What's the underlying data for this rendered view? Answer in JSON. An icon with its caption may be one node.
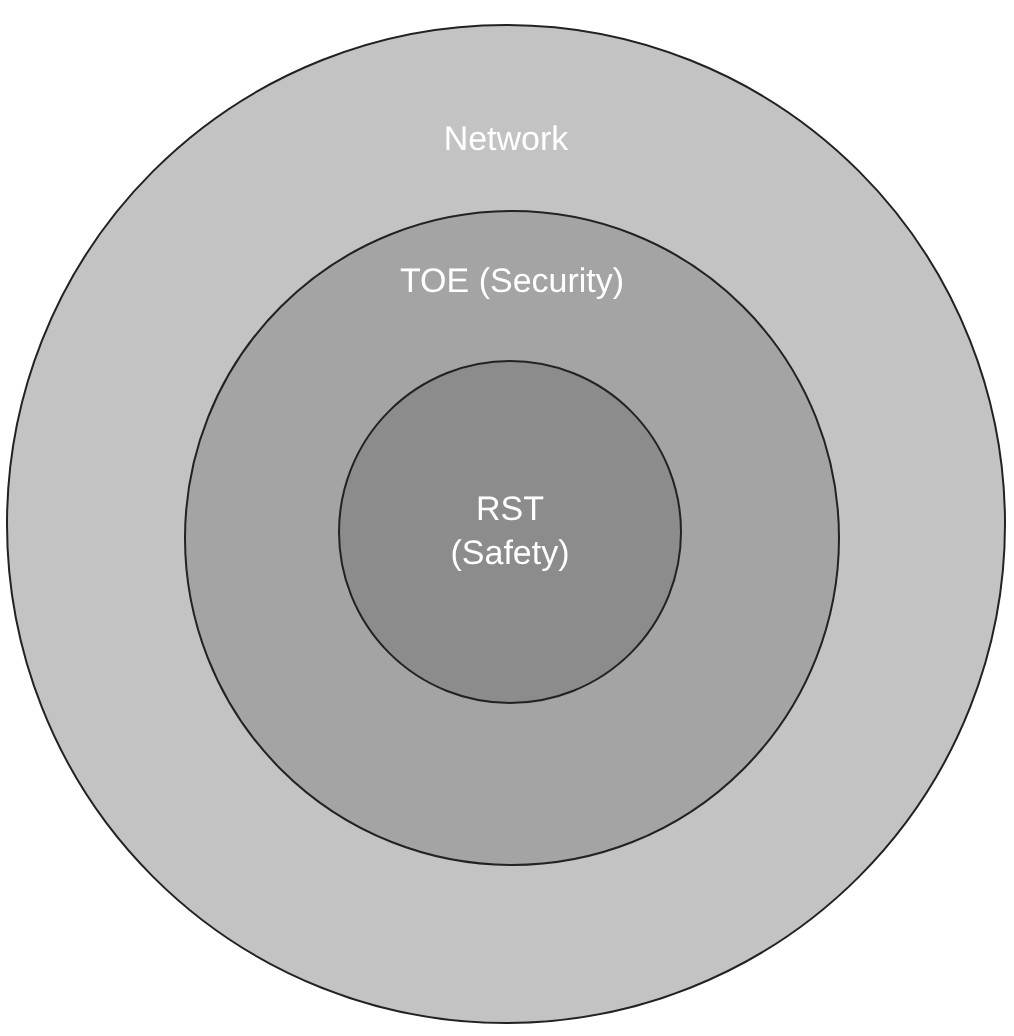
{
  "diagram": {
    "nodes": [
      {
        "text": [
          "Network"
        ]
      },
      {
        "text": [
          "TOE (Security)"
        ],
        "in": 0
      },
      {
        "text": [
          "RST (Safety)"
        ],
        "in": 1
      }
    ]
  }
}
